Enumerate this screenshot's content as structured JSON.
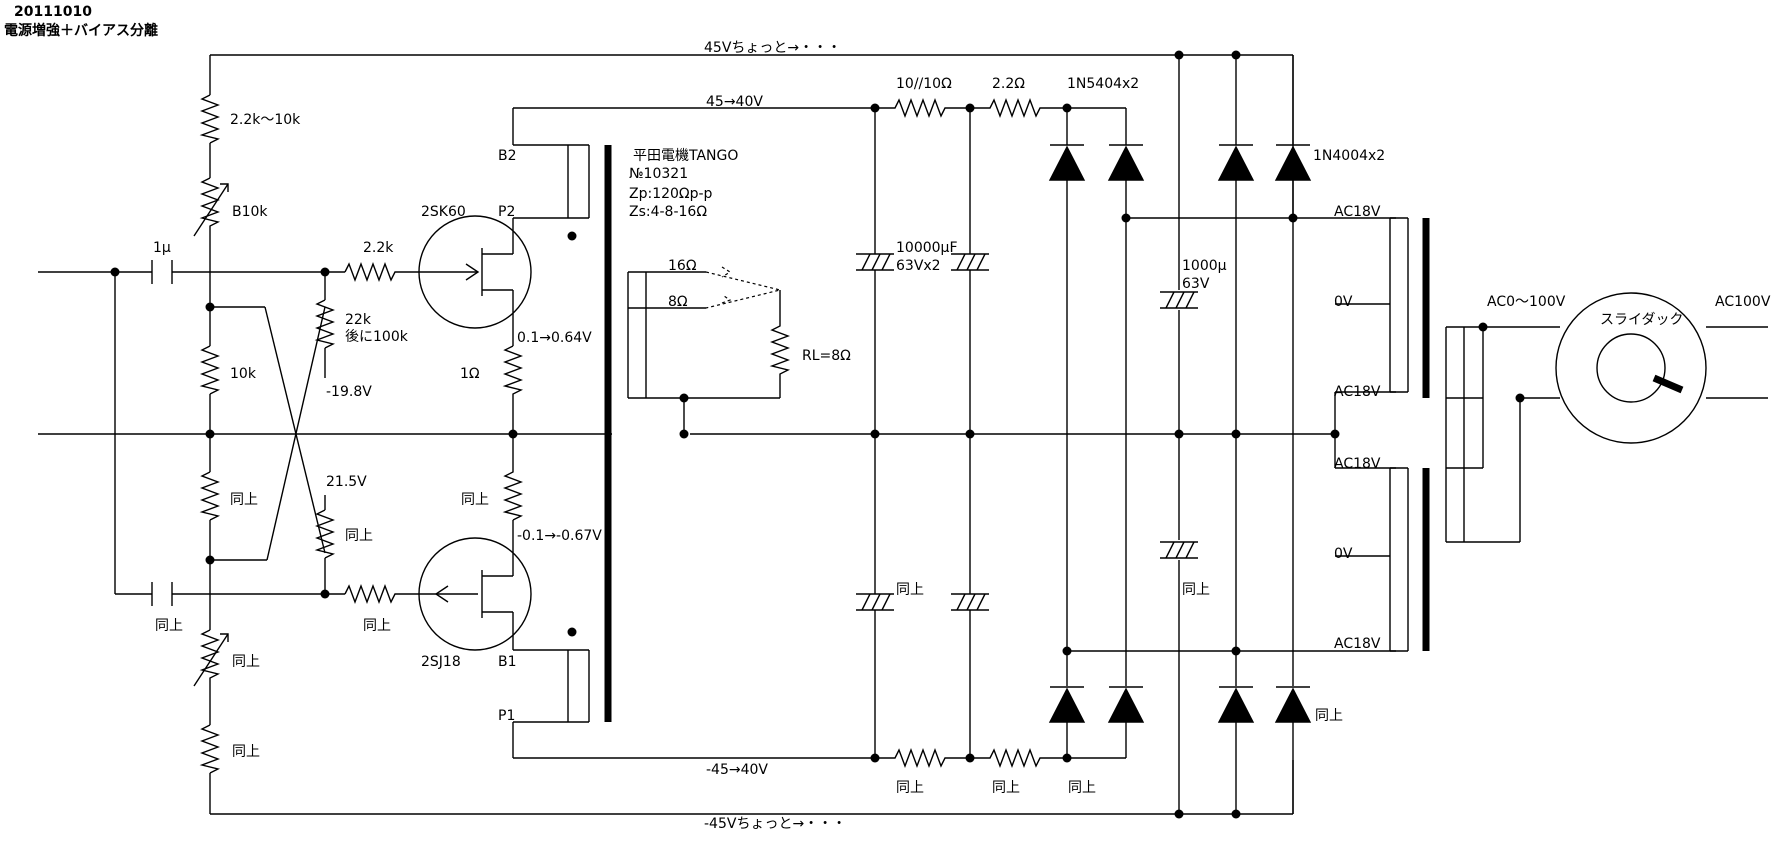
{
  "header": {
    "date": "20111010",
    "subtitle": "電源増強＋バイアス分離"
  },
  "rails": {
    "top_outer": "45Vちょっと→・・・",
    "top_inner": "45→40V",
    "bottom_inner": "-45→40V",
    "bottom_outer": "-45Vちょっと→・・・"
  },
  "components": {
    "r_top_bias": "2.2k〜10k",
    "vr_top": "B10k",
    "c_in": "1μ",
    "r_gate_top": "2.2k",
    "r_22k": "22k",
    "r_22k_note": "後に100k",
    "r_10k": "10k",
    "v_neg": "-19.8V",
    "v_pos": "21.5V",
    "r_lower_same": "同上",
    "r_gate_bot_same": "同上",
    "r_divider_same": "同上",
    "c_in_bot_same": "同上",
    "vr_bot_same": "同上",
    "r_bot_bias_same": "同上",
    "fet_top": "2SK60",
    "fet_bot": "2SJ18",
    "pin_b2": "B2",
    "pin_p2": "P2",
    "pin_b1": "B1",
    "pin_p1": "P1",
    "r_source_top": "1Ω",
    "r_source_bot_same": "同上",
    "v_src_top": "0.1→0.64V",
    "v_src_bot": "-0.1→-0.67V"
  },
  "transformer_out": {
    "maker": "平田電機TANGO",
    "model": "№10321",
    "zp": "Zp:120Ωp-p",
    "zs": "Zs:4-8-16Ω",
    "tap16": "16Ω",
    "tap8": "8Ω",
    "load": "RL=8Ω"
  },
  "psu": {
    "r_10_10": "10//10Ω",
    "r_2_2": "2.2Ω",
    "diode_main": "1N5404x2",
    "diode_bias": "1N4004x2",
    "cap_main": "10000μF",
    "cap_main_v": "63Vx2",
    "cap_bias": "1000μ",
    "cap_bias_v": "63V",
    "cap_same_1": "同上",
    "cap_bias_same": "同上",
    "r_bot_same_1": "同上",
    "r_bot_same_2": "同上",
    "diode_main_bot_same": "同上",
    "diode_bias_bot_same": "同上"
  },
  "power_transformer": {
    "ac18_1": "AC18V",
    "ov_1": "0V",
    "ac18_2": "AC18V",
    "ac18_3": "AC18V",
    "ov_2": "0V",
    "ac18_4": "AC18V",
    "slidac_range": "AC0〜100V",
    "slidac": "スライダック",
    "mains": "AC100V"
  }
}
